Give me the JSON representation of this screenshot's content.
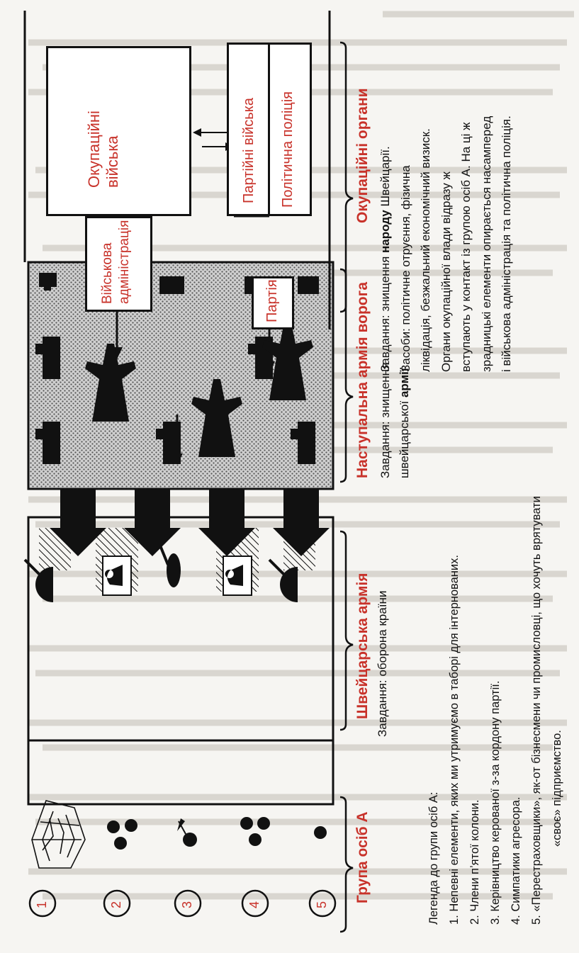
{
  "colors": {
    "heading": "#c8322a",
    "ink": "#111111",
    "shade": "#9a9a9a"
  },
  "groups": {
    "group_a": "Група осіб А",
    "swiss_army": "Швейцарська армія",
    "enemy_army": "Наступальна армія ворога",
    "occupation": "Окупаційні органи"
  },
  "tasks": {
    "swiss_army": "Завдання: оборона країни",
    "enemy_army_1": "Завдання: знищення",
    "enemy_army_2": "швейцарської ",
    "enemy_army_2_bold": "армії",
    "occupation_1": "Завдання: знищення ",
    "occupation_1_bold": "народу",
    "occupation_1_end": " Швейцарії.",
    "occupation_2": "Засоби: політичне отруєння, фізична",
    "occupation_3": "ліквідація, безжальний економічний визиск.",
    "occupation_4": "Органи окупаційної влади відразу ж",
    "occupation_5": "вступають у контакт із групою осіб А. На ці ж",
    "occupation_6": "зрадницькі елементи опирається насамперед",
    "occupation_7": "і військова адміністрація та політична поліція."
  },
  "boxes": {
    "occupation_troops": [
      "Окупаційні",
      "війська"
    ],
    "military_admin": [
      "Військова",
      "адміністрація"
    ],
    "party_troops": "Партійні війська",
    "political_police": "Політична поліція",
    "party": "Партія"
  },
  "group_numbers": [
    "1",
    "2",
    "3",
    "4",
    "5"
  ],
  "legend": {
    "title": "Легенда до групи осіб А:",
    "items": [
      "1. Непевні елементи, яких ми утримуємо в таборі для інтернованих.",
      "2. Члени п’ятої колони.",
      "3. Керівництво керованої з-за кордону партії.",
      "4. Симпатики агресора.",
      "5. «Перестраховщики», як-от бізнесмени чи промисловці, що хочуть врятувати",
      "«своє» підприємство."
    ]
  }
}
